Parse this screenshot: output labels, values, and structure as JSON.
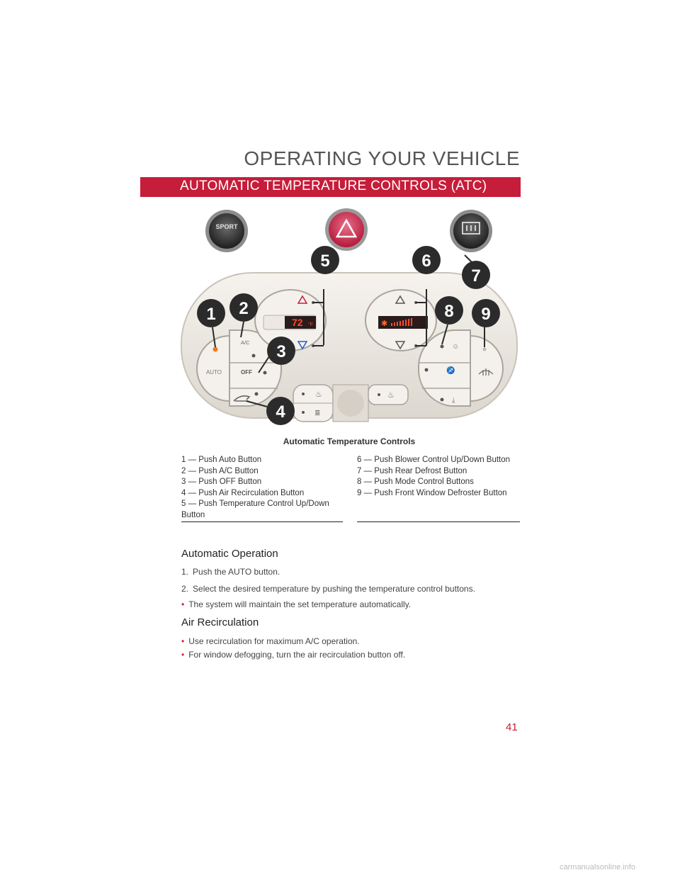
{
  "section_header": "OPERATING YOUR VEHICLE",
  "title": "AUTOMATIC TEMPERATURE CONTROLS (ATC)",
  "figure": {
    "caption": "Automatic Temperature Controls",
    "button_labels": {
      "sport": "SPORT",
      "auto": "AUTO",
      "ac": "A/C",
      "off": "OFF"
    },
    "display_left": "72",
    "display_unit": "°F",
    "callouts": [
      "1",
      "2",
      "3",
      "4",
      "5",
      "6",
      "7",
      "8",
      "9"
    ]
  },
  "legend_left": [
    "1 — Push Auto Button",
    "2 — Push A/C Button",
    "3 — Push OFF Button",
    "4 — Push Air Recirculation Button",
    "5 — Push Temperature Control Up/Down Button"
  ],
  "legend_right": [
    "6 — Push Blower Control Up/Down Button",
    "7 — Push Rear Defrost Button",
    "8 — Push Mode Control Buttons",
    "9 — Push Front Window Defroster Button"
  ],
  "automatic_operation": {
    "heading": "Automatic Operation",
    "steps": [
      {
        "num": "1.",
        "text": "Push the AUTO button."
      },
      {
        "num": "2.",
        "text": "Select the desired temperature by pushing the temperature control buttons."
      }
    ],
    "bullets": [
      "The system will maintain the set temperature automatically."
    ]
  },
  "air_recirculation": {
    "heading": "Air Recirculation",
    "bullets": [
      "Use recirculation for maximum A/C operation.",
      "For window defogging, turn the air recirculation button off."
    ]
  },
  "bullet_glyph": "•",
  "page_number": "41",
  "watermark": "carmanualsonline.info",
  "colors": {
    "accent": "#c61d3a",
    "callout": "#2b2b2b",
    "panel": "#ece8e2"
  }
}
